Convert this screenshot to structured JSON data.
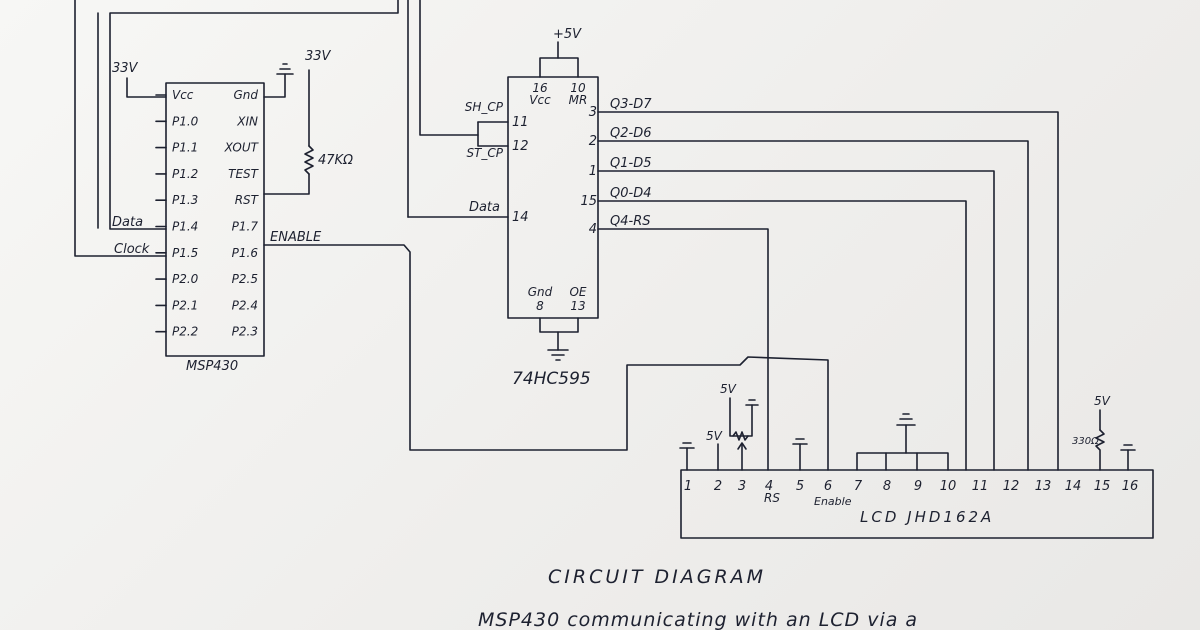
{
  "msp430": {
    "name": "MSP430",
    "vcc_supply": "33V",
    "gnd_supply": "33V",
    "resistor": "47KΩ",
    "left_pins": [
      "Vcc",
      "P1.0",
      "P1.1",
      "P1.2",
      "P1.3",
      "P1.4",
      "P1.5",
      "P2.0",
      "P2.1",
      "P2.2"
    ],
    "right_pins": [
      "Gnd",
      "XIN",
      "XOUT",
      "TEST",
      "RST",
      "P1.7",
      "P1.6",
      "P2.5",
      "P2.4",
      "P2.3"
    ],
    "data_label": "Data",
    "clock_label": "Clock",
    "enable_label": "ENABLE"
  },
  "shift_register": {
    "name": "74HC595",
    "supply": "+5V",
    "top_pins": [
      {
        "num": "16",
        "name": "Vcc"
      },
      {
        "num": "10",
        "name": "MR"
      }
    ],
    "left_pins": [
      {
        "num": "11",
        "name": "SH_CP"
      },
      {
        "num": "12",
        "name": "ST_CP"
      },
      {
        "num": "14",
        "name": "Data"
      }
    ],
    "right_pins": [
      {
        "num": "3",
        "name": "Q3-D7"
      },
      {
        "num": "2",
        "name": "Q2-D6"
      },
      {
        "num": "1",
        "name": "Q1-D5"
      },
      {
        "num": "15",
        "name": "Q0-D4"
      },
      {
        "num": "4",
        "name": "Q4-RS"
      }
    ],
    "bottom_pins": [
      {
        "num": "8",
        "name": "Gnd"
      },
      {
        "num": "13",
        "name": "OE"
      }
    ]
  },
  "lcd": {
    "name": "LCD  JHD162A",
    "pins": [
      "1",
      "2",
      "3",
      "4",
      "5",
      "6",
      "7",
      "8",
      "9",
      "10",
      "11",
      "12",
      "13",
      "14",
      "15",
      "16"
    ],
    "rs_label": "RS",
    "enable_label": "Enable",
    "supply_5v": "5V",
    "resistor": "330Ω"
  },
  "caption": {
    "title": "CIRCUIT DIAGRAM",
    "subtitle": "MSP430 communicating with an LCD via a"
  }
}
